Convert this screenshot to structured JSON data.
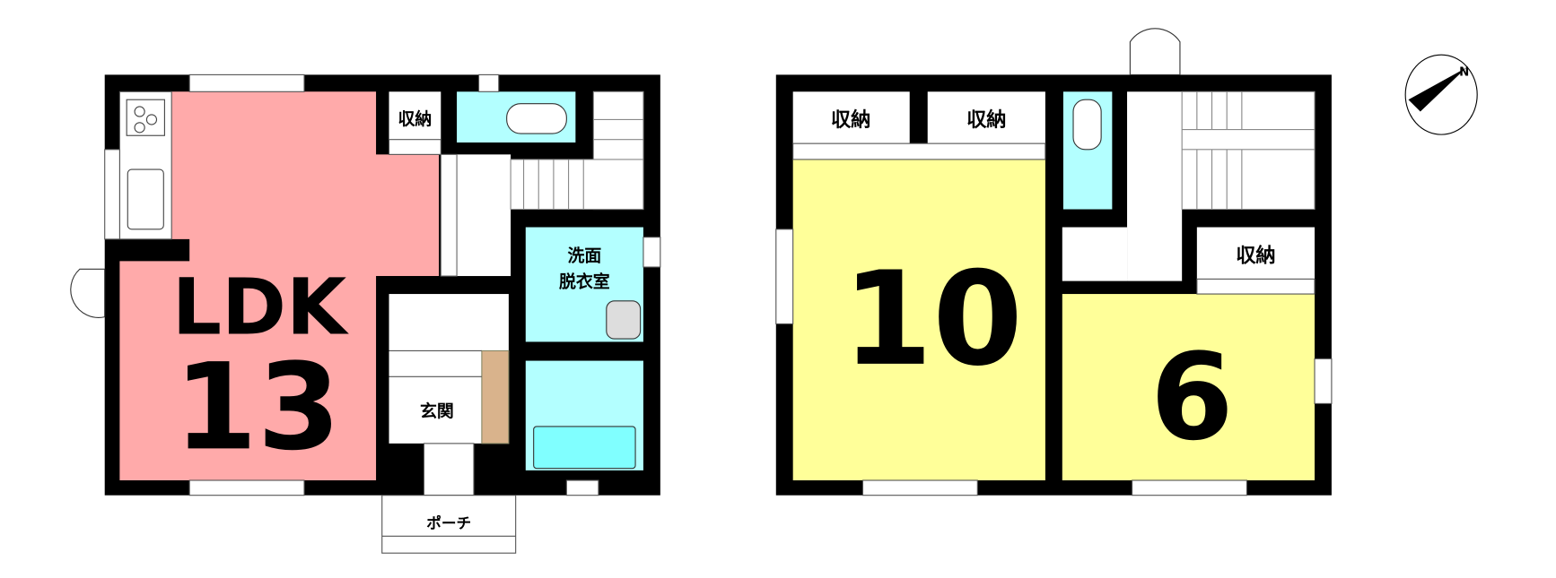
{
  "floor1": {
    "ldk": {
      "label": "LDK",
      "size": "13"
    },
    "storage": "収納",
    "washroom": {
      "line1": "洗面",
      "line2": "脱衣室"
    },
    "entrance": "玄関",
    "porch": "ポーチ"
  },
  "floor2": {
    "room_a": {
      "size": "10"
    },
    "room_b": {
      "size": "6"
    },
    "storage_1": "収納",
    "storage_2": "収納",
    "storage_3": "収納"
  },
  "compass": {
    "north_label": "N"
  },
  "colors": {
    "ldk": "#ffaaaa",
    "wet": "#b3ffff",
    "tub": "#80ffff",
    "bedroom": "#ffff99",
    "wall": "#000000",
    "wood": "#d9b38c"
  }
}
